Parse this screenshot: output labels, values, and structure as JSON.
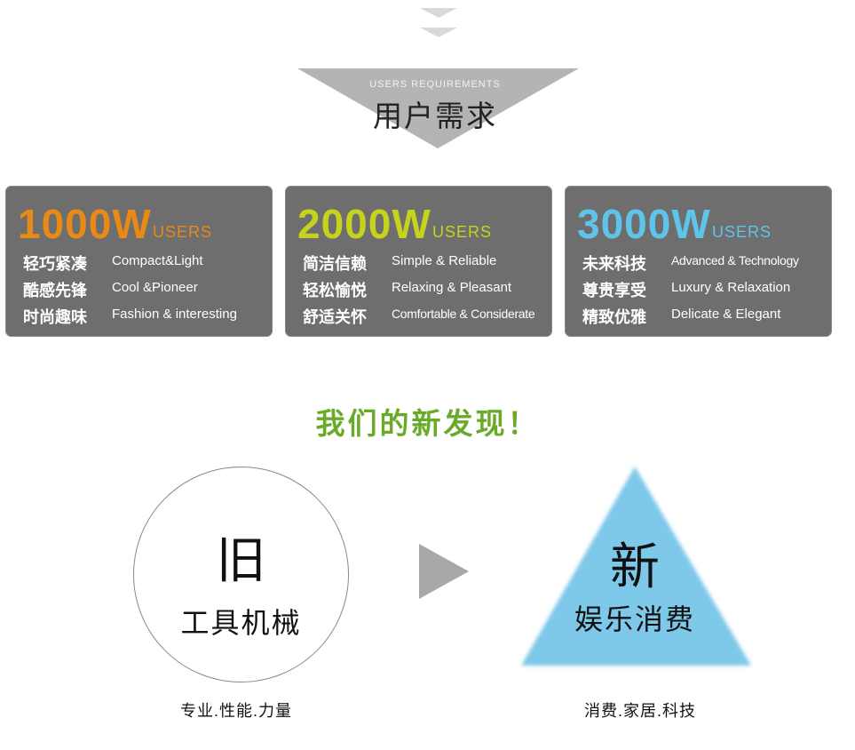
{
  "header": {
    "subtitle_en": "USERS REQUIREMENTS",
    "title_cn": "用户需求"
  },
  "cards": [
    {
      "number": "1000W",
      "users": "USERS",
      "accent": "#e98a17",
      "rows": [
        {
          "cn": "轻巧紧凑",
          "en": "Compact&Light"
        },
        {
          "cn": "酷感先锋",
          "en": "Cool &Pioneer"
        },
        {
          "cn": "时尚趣味",
          "en": "Fashion & interesting"
        }
      ]
    },
    {
      "number": "2000W",
      "users": "USERS",
      "accent": "#c6d21c",
      "rows": [
        {
          "cn": "简洁信赖",
          "en": "Simple & Reliable"
        },
        {
          "cn": "轻松愉悦",
          "en": "Relaxing & Pleasant"
        },
        {
          "cn": "舒适关怀",
          "en": "Comfortable & Considerate"
        }
      ]
    },
    {
      "number": "3000W",
      "users": "USERS",
      "accent": "#5ec4ea",
      "rows": [
        {
          "cn": "未来科技",
          "en": "Advanced & Technology"
        },
        {
          "cn": "尊贵享受",
          "en": "Luxury & Relaxation"
        },
        {
          "cn": "精致优雅",
          "en": "Delicate & Elegant"
        }
      ]
    }
  ],
  "discovery": {
    "title": "我们的新发现！",
    "title_color": "#6aaa29",
    "old": {
      "big": "旧",
      "sub": "工具机械",
      "caption": "专业.性能.力量"
    },
    "new": {
      "big": "新",
      "sub": "娱乐消费",
      "caption": "消费.家居.科技",
      "color": "#7ec8ea"
    }
  }
}
